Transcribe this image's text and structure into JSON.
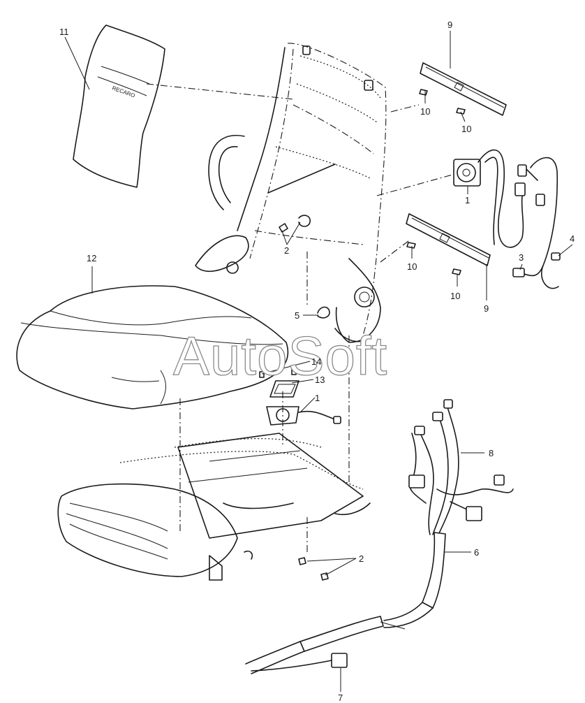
{
  "watermark": "AutoSoft",
  "headrest_logo": "RECARO",
  "callouts": [
    {
      "id": "c11",
      "label": "11"
    },
    {
      "id": "c9a",
      "label": "9"
    },
    {
      "id": "c10a",
      "label": "10"
    },
    {
      "id": "c10b",
      "label": "10"
    },
    {
      "id": "c1a",
      "label": "1"
    },
    {
      "id": "c4",
      "label": "4"
    },
    {
      "id": "c3",
      "label": "3"
    },
    {
      "id": "c10c",
      "label": "10"
    },
    {
      "id": "c10d",
      "label": "10"
    },
    {
      "id": "c9b",
      "label": "9"
    },
    {
      "id": "c2a",
      "label": "2"
    },
    {
      "id": "c12",
      "label": "12"
    },
    {
      "id": "c5",
      "label": "5"
    },
    {
      "id": "c14",
      "label": "14"
    },
    {
      "id": "c13",
      "label": "13"
    },
    {
      "id": "c1b",
      "label": "1"
    },
    {
      "id": "c8",
      "label": "8"
    },
    {
      "id": "c6",
      "label": "6"
    },
    {
      "id": "c2b",
      "label": "2"
    },
    {
      "id": "c7",
      "label": "7"
    }
  ]
}
